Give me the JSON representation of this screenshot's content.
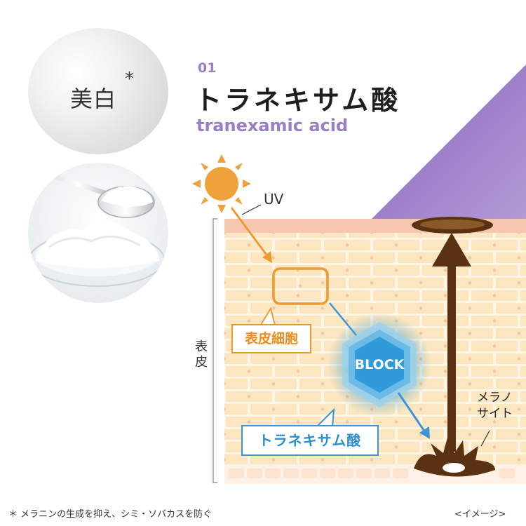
{
  "badge": {
    "text": "美白",
    "star": "*"
  },
  "ingredient": {
    "number": "01",
    "name_ja": "トラネキサム酸",
    "name_en": "tranexamic acid"
  },
  "diagram": {
    "uv_label": "UV",
    "layer_label": "表皮",
    "cell_label": "表皮細胞",
    "block_label": "BLOCK",
    "drug_label": "トラネキサム酸",
    "melanocyte_label": "メラノ\nサイト"
  },
  "footer": {
    "footnote": "＊ メラニンの生成を抑え、シミ・ソバカスを防ぐ",
    "image_note": "<イメージ>"
  },
  "colors": {
    "accent_purple": "#9a7fc3",
    "sun_orange": "#f0a23a",
    "cell_orange": "#ef9a31",
    "drug_blue": "#3c95d6",
    "melanin_brown": "#5a3211",
    "skin_cell": "#fbe6bf",
    "skin_top": "#f7c7b2"
  },
  "icons": [
    "sun-icon",
    "block-hexagon-icon",
    "melanocyte-icon",
    "arrow-up-icon",
    "powder-spoon-image"
  ]
}
